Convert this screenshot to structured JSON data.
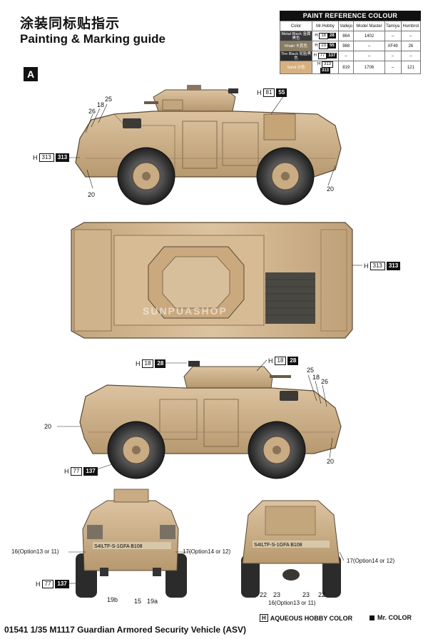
{
  "header": {
    "title_cn": "涂装同标贴指示",
    "title_en": "Painting & Marking guide",
    "panel": "A"
  },
  "paint_table": {
    "title": "PAINT REFERENCE COLOUR",
    "columns": [
      "Color",
      "Mr.Hobby",
      "Vallejo",
      "Model Master",
      "Tamiya",
      "Humbrol"
    ],
    "rows": [
      {
        "color_name": "Metal Black 金属黑色",
        "swatch": "#3a3a3a",
        "h_prefix": "H",
        "h_code": "18",
        "mr_code": "28",
        "vallejo": "864",
        "model_master": "1402",
        "tamiya": "–",
        "humbrol": "–"
      },
      {
        "color_name": "Khaki 卡其色",
        "swatch": "#8a7d62",
        "h_prefix": "H",
        "h_code": "23",
        "mr_code": "55",
        "vallejo": "988",
        "model_master": "–",
        "tamiya": "XF49",
        "humbrol": "26"
      },
      {
        "color_name": "Tire Black 轮胎黑色",
        "swatch": "#2a2a2a",
        "h_prefix": "H",
        "h_code": "77",
        "mr_code": "137",
        "vallejo": "–",
        "model_master": "–",
        "tamiya": "–",
        "humbrol": "–"
      },
      {
        "color_name": "Sand 沙色",
        "swatch": "#d8b080",
        "h_prefix": "H",
        "h_code": "313",
        "mr_code": "313",
        "vallejo": "819",
        "model_master": "1706",
        "tamiya": "–",
        "humbrol": "121"
      }
    ]
  },
  "callouts": {
    "side1_h_left": {
      "h": "H",
      "code": "313",
      "num": "313"
    },
    "side1_h_right": {
      "h": "H",
      "code": "81",
      "num": "55"
    },
    "side1_n25": "25",
    "side1_n18": "18",
    "side1_n26": "26",
    "side1_n20a": "20",
    "side1_n20b": "20",
    "top_h": {
      "h": "H",
      "code": "313",
      "num": "313"
    },
    "side2_h_top1": {
      "h": "H",
      "code": "18",
      "num": "28"
    },
    "side2_h_top2": {
      "h": "H",
      "code": "18",
      "num": "28"
    },
    "side2_n25": "25",
    "side2_n18": "18",
    "side2_n26": "26",
    "side2_n20a": "20",
    "side2_n20b": "20",
    "side2_h_bottom": {
      "h": "H",
      "code": "77",
      "num": "137"
    },
    "front_opt16": "16(Option13 or 11)",
    "front_opt17": "17(Option14 or 12)",
    "front_h": {
      "h": "H",
      "code": "77",
      "num": "137"
    },
    "front_n19b": "19b",
    "front_n15": "15",
    "front_n19a": "19a",
    "rear_opt17": "17(Option14 or 12)",
    "rear_n22a": "22",
    "rear_n23a": "23",
    "rear_n23b": "23",
    "rear_n22b": "22",
    "rear_opt16": "16(Option13 or 11)"
  },
  "vehicle_markings": {
    "front_plate": "S4ILTF-S-1GFA  B108",
    "rear_plate": "S4ILTF-S-1GFA  B108"
  },
  "watermark": "SUNPUASHOP",
  "legend": {
    "aqueous": "AQUEOUS HOBBY COLOR",
    "aqueous_symbol": "H",
    "mr": "Mr. COLOR"
  },
  "footer": "01541 1/35 M1117 Guardian Armored Security Vehicle (ASV)",
  "colors": {
    "sand": "#c9ab84",
    "sand_light": "#dcc3a0",
    "sand_dark": "#a88a63",
    "tire": "#2b2b2b",
    "ink": "#111111"
  }
}
